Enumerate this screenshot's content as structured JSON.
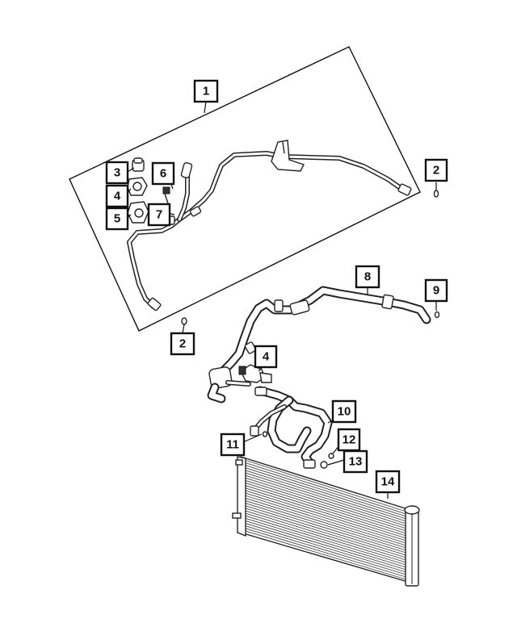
{
  "callouts": [
    {
      "id": "c1",
      "label": "1"
    },
    {
      "id": "c2a",
      "label": "2"
    },
    {
      "id": "c2b",
      "label": "2"
    },
    {
      "id": "c3",
      "label": "3"
    },
    {
      "id": "c4a",
      "label": "4"
    },
    {
      "id": "c4b",
      "label": "4"
    },
    {
      "id": "c5",
      "label": "5"
    },
    {
      "id": "c6",
      "label": "6"
    },
    {
      "id": "c7",
      "label": "7"
    },
    {
      "id": "c8",
      "label": "8"
    },
    {
      "id": "c9",
      "label": "9"
    },
    {
      "id": "c10",
      "label": "10"
    },
    {
      "id": "c11",
      "label": "11"
    },
    {
      "id": "c12",
      "label": "12"
    },
    {
      "id": "c13",
      "label": "13"
    },
    {
      "id": "c14",
      "label": "14"
    }
  ]
}
